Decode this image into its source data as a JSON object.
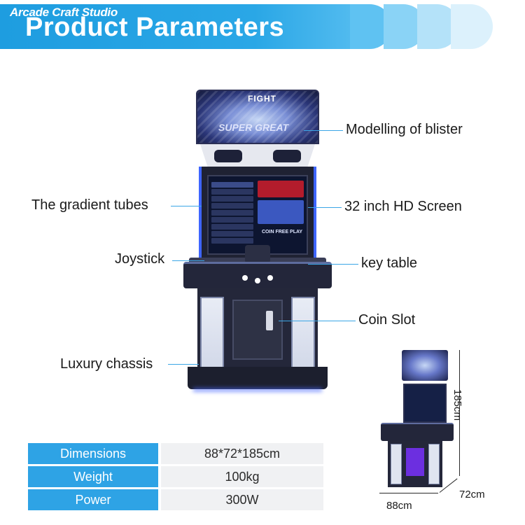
{
  "header": {
    "brand": "Arcade Craft Studio",
    "title": "Product Parameters"
  },
  "callouts": {
    "blister": "Modelling of blister",
    "tubes": "The gradient tubes",
    "screen": "32 inch HD Screen",
    "joystick": "Joystick",
    "key_table": "key table",
    "coin_slot": "Coin Slot",
    "chassis": "Luxury chassis"
  },
  "machine": {
    "marquee_label": "FIGHT",
    "marquee_text": "SUPER GREAT",
    "screen_coin_text": "COIN   FREE PLAY"
  },
  "params": [
    {
      "key": "Dimensions",
      "value": "88*72*185cm"
    },
    {
      "key": "Weight",
      "value": "100kg"
    },
    {
      "key": "Power",
      "value": "300W"
    }
  ],
  "dimensions": {
    "height": "185cm",
    "width": "88cm",
    "depth": "72cm"
  },
  "colors": {
    "accent": "#2ea3e5",
    "callout_line": "#3ba6e6",
    "table_value_bg": "#f0f1f3"
  }
}
